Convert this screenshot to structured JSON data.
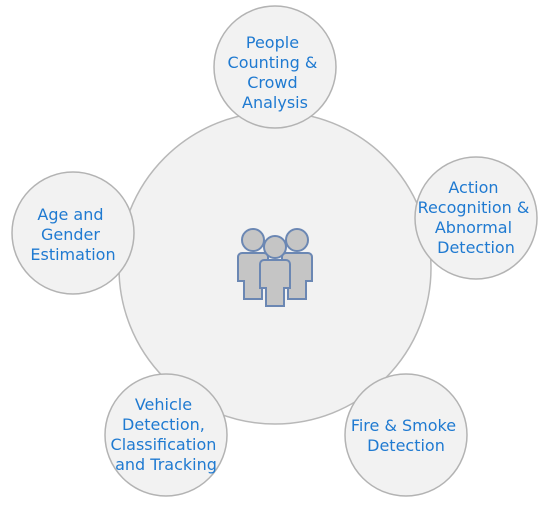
{
  "diagram": {
    "center": {
      "icon": "group-of-people-icon"
    },
    "nodes": [
      {
        "id": "people-counting",
        "lines": [
          "People",
          "Counting &",
          "Crowd",
          "Analysis"
        ]
      },
      {
        "id": "action-recognition",
        "lines": [
          "Action",
          "Recognition &",
          "Abnormal",
          "Detection"
        ]
      },
      {
        "id": "fire-smoke",
        "lines": [
          "Fire & Smoke",
          "Detection"
        ]
      },
      {
        "id": "vehicle-detection",
        "lines": [
          "Vehicle",
          "Detection,",
          "Classification",
          "and Tracking"
        ]
      },
      {
        "id": "age-gender",
        "lines": [
          "Age and",
          "Gender",
          "Estimation"
        ]
      }
    ],
    "colors": {
      "label_text": "#1f7ad1",
      "circle_fill": "#f2f2f2",
      "circle_stroke": "#b3b3b3",
      "icon_fill": "#c5c5c5",
      "icon_stroke": "#6b87b3"
    }
  }
}
